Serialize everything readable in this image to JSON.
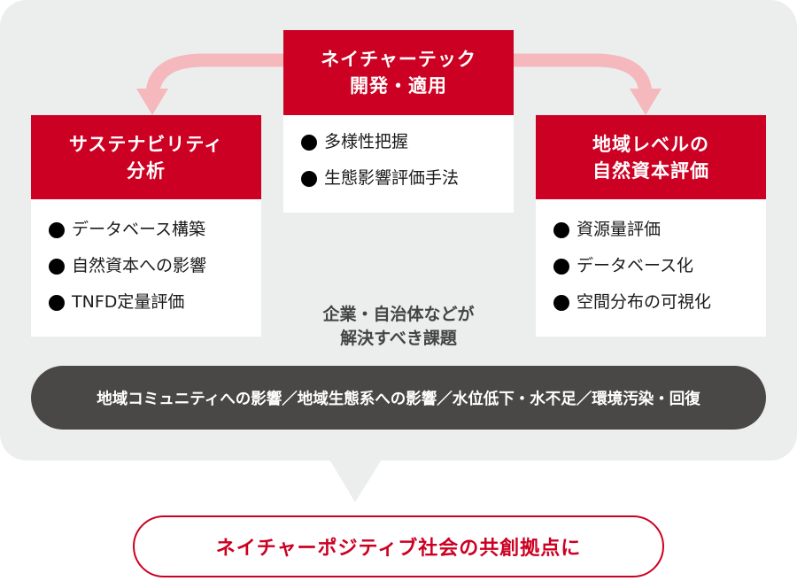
{
  "colors": {
    "panel_bg": "#eceeed",
    "accent_red": "#cc0022",
    "arrow_pink": "#f5b9bd",
    "dark_pill": "#4a4846",
    "label_gray": "#444444"
  },
  "center_card": {
    "title_line1": "ネイチャーテック",
    "title_line2": "開発・適用",
    "items": [
      "多様性把握",
      "生態影響評価手法"
    ]
  },
  "left_card": {
    "title_line1": "サステナビリティ",
    "title_line2": "分析",
    "items": [
      "データベース構築",
      "自然資本への影響",
      "TNFD定量評価"
    ]
  },
  "right_card": {
    "title_line1": "地域レベルの",
    "title_line2": "自然資本評価",
    "items": [
      "資源量評価",
      "データベース化",
      "空間分布の可視化"
    ]
  },
  "issues": {
    "label_line1": "企業・自治体などが",
    "label_line2": "解決すべき課題",
    "text": "地域コミュニティへの影響／地域生態系への影響／水位低下・水不足／環境汚染・回復"
  },
  "goal": {
    "text": "ネイチャーポジティブ社会の共創拠点に"
  },
  "icons": {
    "bullet": "filled-circle",
    "arrow_left": "curved-arrow-down-left",
    "arrow_right": "curved-arrow-down-right"
  }
}
